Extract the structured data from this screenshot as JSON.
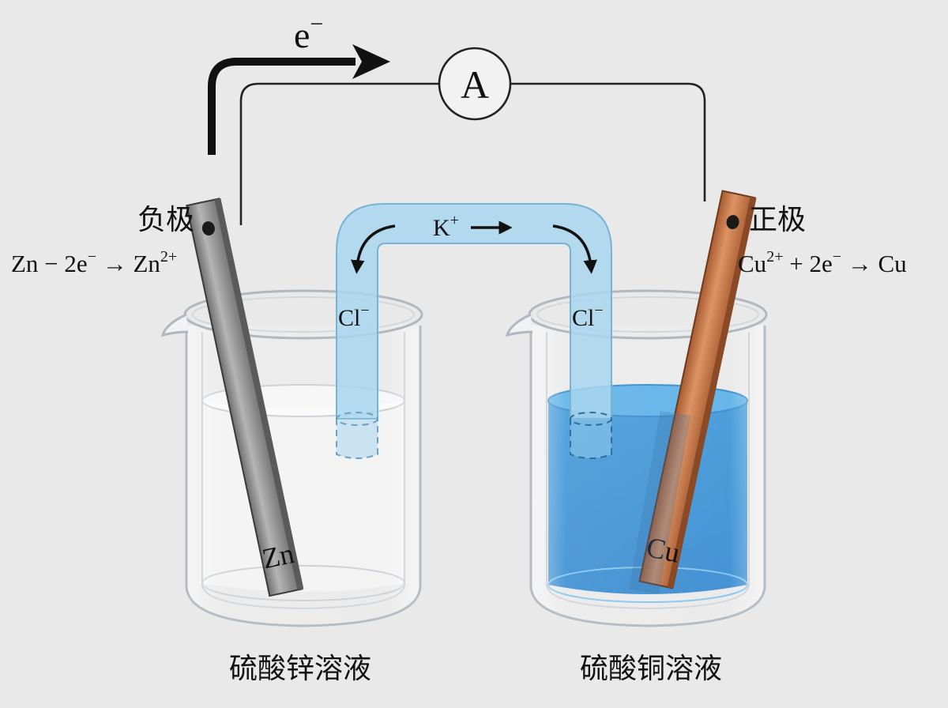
{
  "electron_flow": {
    "label": "e",
    "sup": "−"
  },
  "ammeter": {
    "label": "A"
  },
  "salt_bridge": {
    "cation_label": "K",
    "cation_sup": "+",
    "anion_left": "Cl",
    "anion_left_sup": "−",
    "anion_right": "Cl",
    "anion_right_sup": "−"
  },
  "anode": {
    "pole_label": "负极",
    "equation": {
      "a": "Zn − 2e",
      "a_sup": "−",
      "b": " → Zn",
      "b_sup": "2+"
    },
    "electrode_label": "Zn",
    "solution_label": "硫酸锌溶液"
  },
  "cathode": {
    "pole_label": "正极",
    "equation": {
      "a": "Cu",
      "a_sup": "2+",
      "b": " + 2e",
      "b_sup": "−",
      "c": " → Cu"
    },
    "electrode_label": "Cu",
    "solution_label": "硫酸铜溶液"
  },
  "colors": {
    "background": "#e9e9e9",
    "zinc": "#8f8f8f",
    "copper": "#c8794a",
    "copper_sulfate": "#3c98da",
    "salt_bridge": "#a9d6ef",
    "wire": "#222222"
  }
}
